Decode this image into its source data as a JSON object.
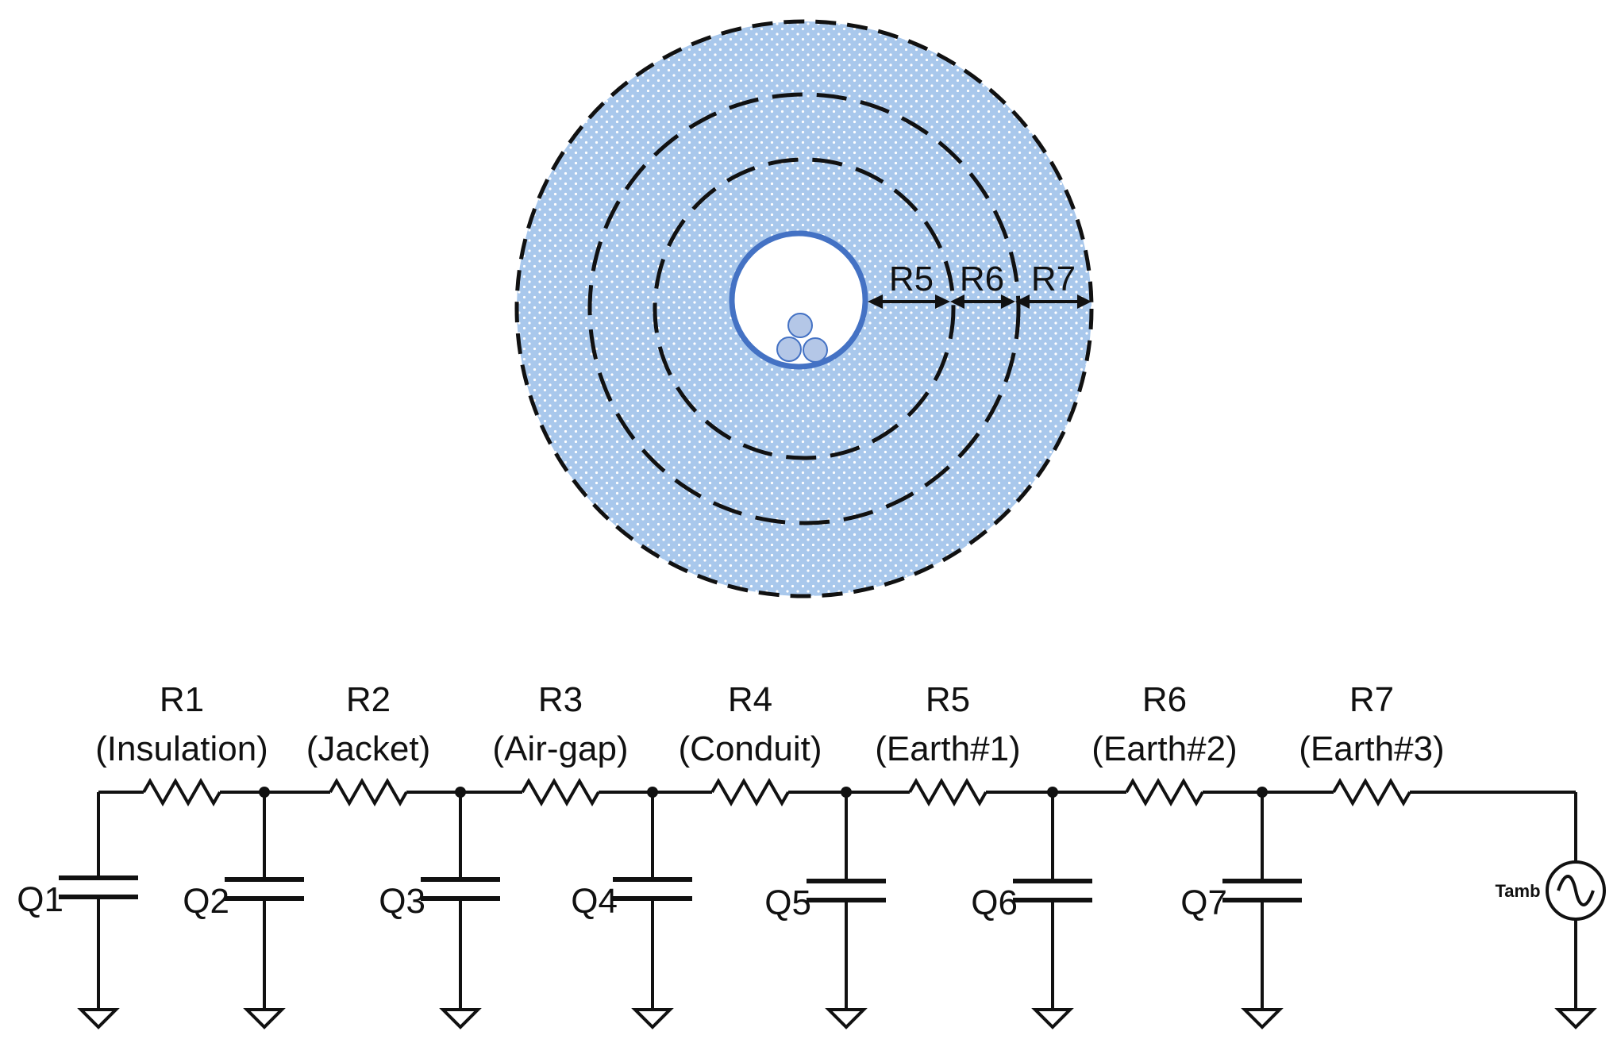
{
  "cross_section": {
    "layer_labels": [
      "R5",
      "R6",
      "R7"
    ]
  },
  "circuit": {
    "resistors": [
      {
        "id": "R1",
        "desc": "(Insulation)"
      },
      {
        "id": "R2",
        "desc": "(Jacket)"
      },
      {
        "id": "R3",
        "desc": "(Air-gap)"
      },
      {
        "id": "R4",
        "desc": "(Conduit)"
      },
      {
        "id": "R5",
        "desc": "(Earth#1)"
      },
      {
        "id": "R6",
        "desc": "(Earth#2)"
      },
      {
        "id": "R7",
        "desc": "(Earth#3)"
      }
    ],
    "capacitors": [
      "Q1",
      "Q2",
      "Q3",
      "Q4",
      "Q5",
      "Q6",
      "Q7"
    ],
    "source_label": "Tamb"
  },
  "colors": {
    "fill": "#a9c8ec",
    "dots": "#ffffff",
    "pipe": "#4472c4",
    "cable": "#b4c7e7",
    "line": "#111111"
  }
}
